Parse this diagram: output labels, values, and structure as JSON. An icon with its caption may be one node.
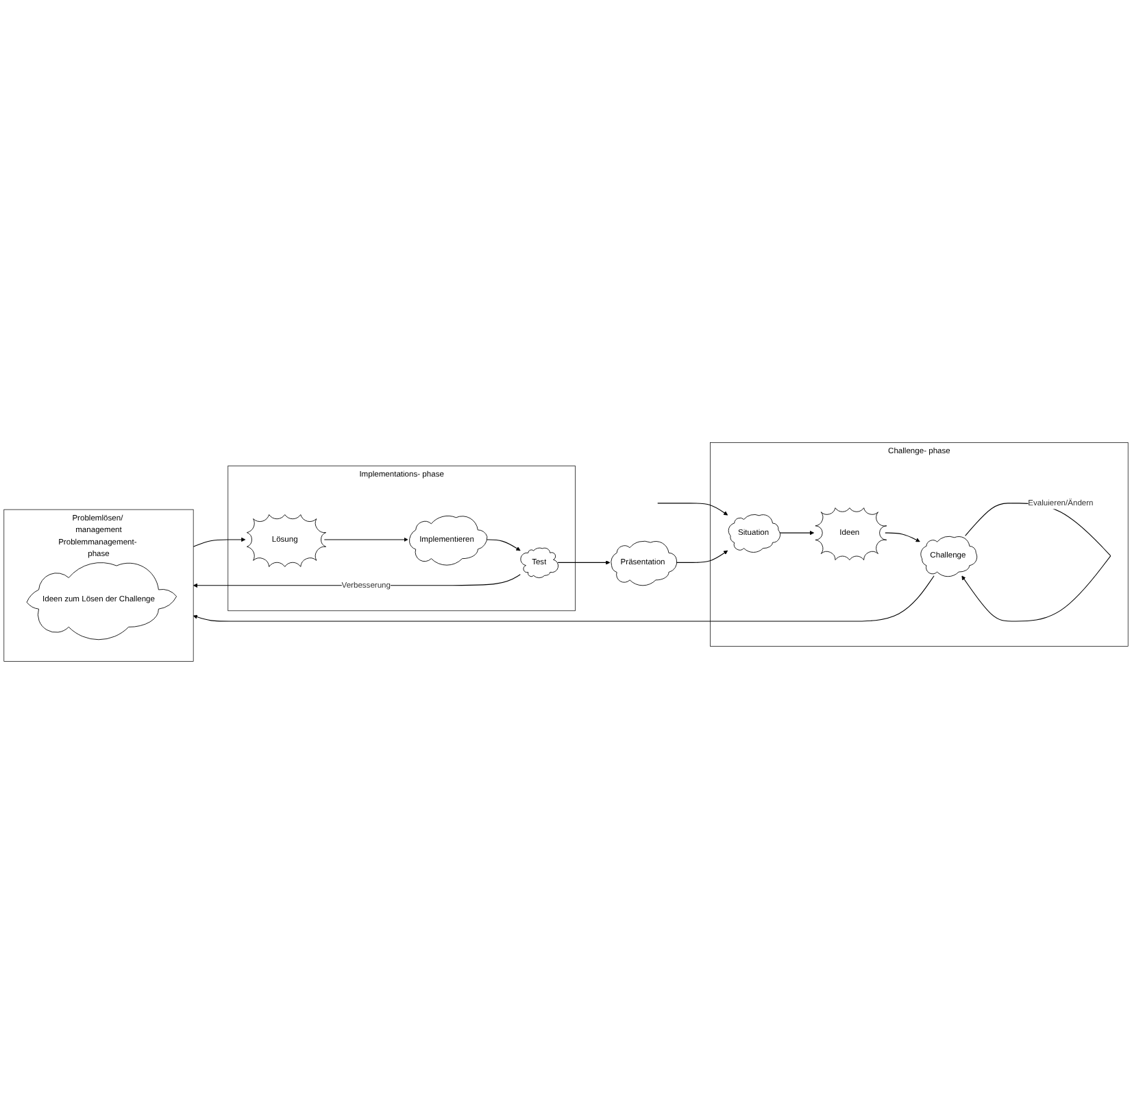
{
  "diagram": {
    "nodes": [
      {
        "text": [
          "Challenge- phase"
        ]
      },
      {
        "text": [
          "Situation"
        ],
        "in": 0
      },
      {
        "text": [
          "Ideen"
        ],
        "in": 0
      },
      {
        "text": [
          "Challenge"
        ],
        "in": 0
      },
      {
        "text": [
          "Präsentation"
        ]
      },
      {
        "text": [
          "Implementations- phase"
        ]
      },
      {
        "text": [
          "Test"
        ],
        "in": 5
      },
      {
        "text": [
          "Implementieren"
        ],
        "in": 5
      },
      {
        "text": [
          "Lösung"
        ],
        "in": 5
      },
      {
        "text": [
          "Problemlösen/ management",
          "Problemmanagement- phase"
        ]
      },
      {
        "text": [
          "Ideen zum Lösen der Challenge"
        ],
        "in": 9
      }
    ],
    "edges": [
      {
        "from": null,
        "to": 1,
        "arrow": "to"
      },
      {
        "from": 1,
        "to": 2,
        "arrow": "to"
      },
      {
        "from": 2,
        "to": 3,
        "arrow": "to"
      },
      {
        "from": 3,
        "to": 3,
        "arrow": "to",
        "label": "Evaluieren/Ändern"
      },
      {
        "from": 3,
        "to": 9,
        "arrow": "to"
      },
      {
        "from": 6,
        "to": 9,
        "arrow": "to",
        "label": "Verbesserung"
      },
      {
        "from": 9,
        "to": 8,
        "arrow": "to"
      },
      {
        "from": 8,
        "to": 7,
        "arrow": "to"
      },
      {
        "from": 7,
        "to": 6,
        "arrow": "to"
      },
      {
        "from": 6,
        "to": 4,
        "arrow": "to"
      },
      {
        "from": 4,
        "to": 1,
        "arrow": "to"
      }
    ]
  }
}
